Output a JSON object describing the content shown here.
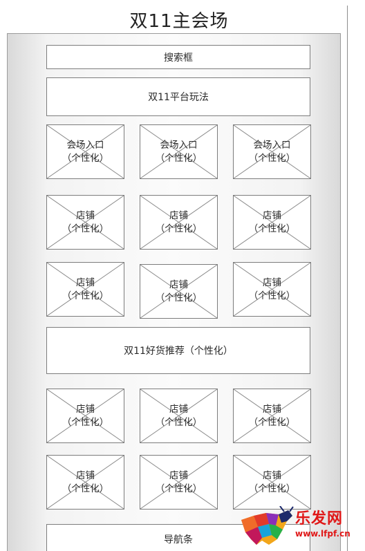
{
  "title": "双11主会场",
  "search_box": "搜索框",
  "gameplay_bar": "双11平台玩法",
  "recommend_bar": "双11好货推荐（个性化）",
  "nav_bar": "导航条",
  "tiles": [
    {
      "line1": "会场入口",
      "line2": "（个性化）"
    },
    {
      "line1": "会场入口",
      "line2": "（个性化）"
    },
    {
      "line1": "会场入口",
      "line2": "（个性化）"
    },
    {
      "line1": "店铺",
      "line2": "（个性化）"
    },
    {
      "line1": "店铺",
      "line2": "（个性化）"
    },
    {
      "line1": "店铺",
      "line2": "（个性化）"
    },
    {
      "line1": "店铺",
      "line2": "（个性化）"
    },
    {
      "line1": "店铺",
      "line2": "（个性化）"
    },
    {
      "line1": "店铺",
      "line2": "（个性化）"
    },
    {
      "line1": "店铺",
      "line2": "（个性化）"
    },
    {
      "line1": "店铺",
      "line2": "（个性化）"
    },
    {
      "line1": "店铺",
      "line2": "（个性化）"
    },
    {
      "line1": "店铺",
      "line2": "（个性化）"
    },
    {
      "line1": "店铺",
      "line2": "（个性化）"
    },
    {
      "line1": "店铺",
      "line2": "（个性化）"
    }
  ],
  "watermark": {
    "brand": "乐发网",
    "url": "www.lfpf.cn",
    "color": "#e01818"
  }
}
